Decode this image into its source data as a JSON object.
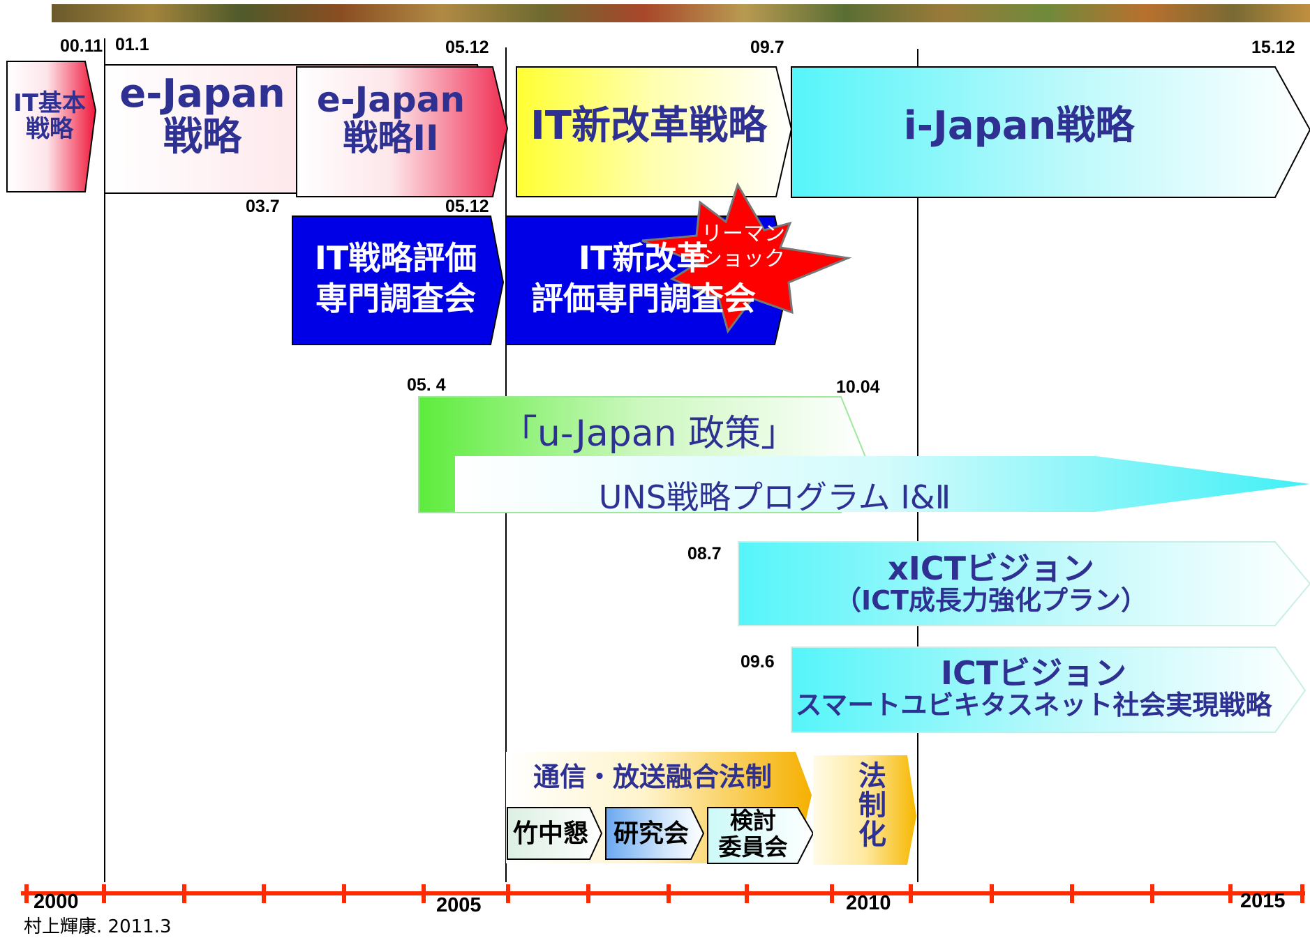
{
  "dates": {
    "d0011": "00.11",
    "d011": "01.1",
    "d0512a": "05.12",
    "d097": "09.7",
    "d1512": "15.12",
    "d037": "03.7",
    "d0512b": "05.12",
    "d054": "05. 4",
    "d1004": "10.04",
    "d087": "08.7",
    "d096": "09.6"
  },
  "years": [
    "2000",
    "2005",
    "2010",
    "2015"
  ],
  "boxes": {
    "it_basic": [
      "IT基本",
      "戦略"
    ],
    "ejapan": [
      "e-Japan",
      "戦略"
    ],
    "ejapan2": [
      "e-Japan",
      "戦略II"
    ],
    "it_new": "IT新改革戦略",
    "ijapan": "i-Japan戦略",
    "it_eval": [
      "IT戦略評価",
      "専門調査会"
    ],
    "it_new_eval": [
      "IT新改革",
      "評価専門調査会"
    ],
    "lehman": [
      "リーマン",
      "ショック"
    ],
    "ujapan": "「u-Japan 政策」",
    "uns": "UNS戦略プログラム Ⅰ&Ⅱ",
    "xict": [
      "xICTビジョン",
      "（ICT成長力強化プラン）"
    ],
    "ict_vision": [
      "ICTビジョン",
      "スマートユビキタスネット社会実現戦略"
    ],
    "broadcast": "通信・放送融合法制",
    "takenaka": "竹中懇",
    "kenkyu": "研究会",
    "kento": [
      "検討",
      "委員会"
    ],
    "hosei": [
      "法",
      "制",
      "化"
    ]
  },
  "credit": "村上輝康. 2011.3",
  "colors": {
    "navy_text": "#2e3192",
    "blue_box": "#0000e6",
    "red_axis": "#ff2a00",
    "lehman_fill": "#ff0000",
    "cyan": "#56f2f8",
    "green": "#66ee44",
    "yellow": "#ffff44",
    "pink": "#f03a5a",
    "orange": "#f5b000"
  }
}
